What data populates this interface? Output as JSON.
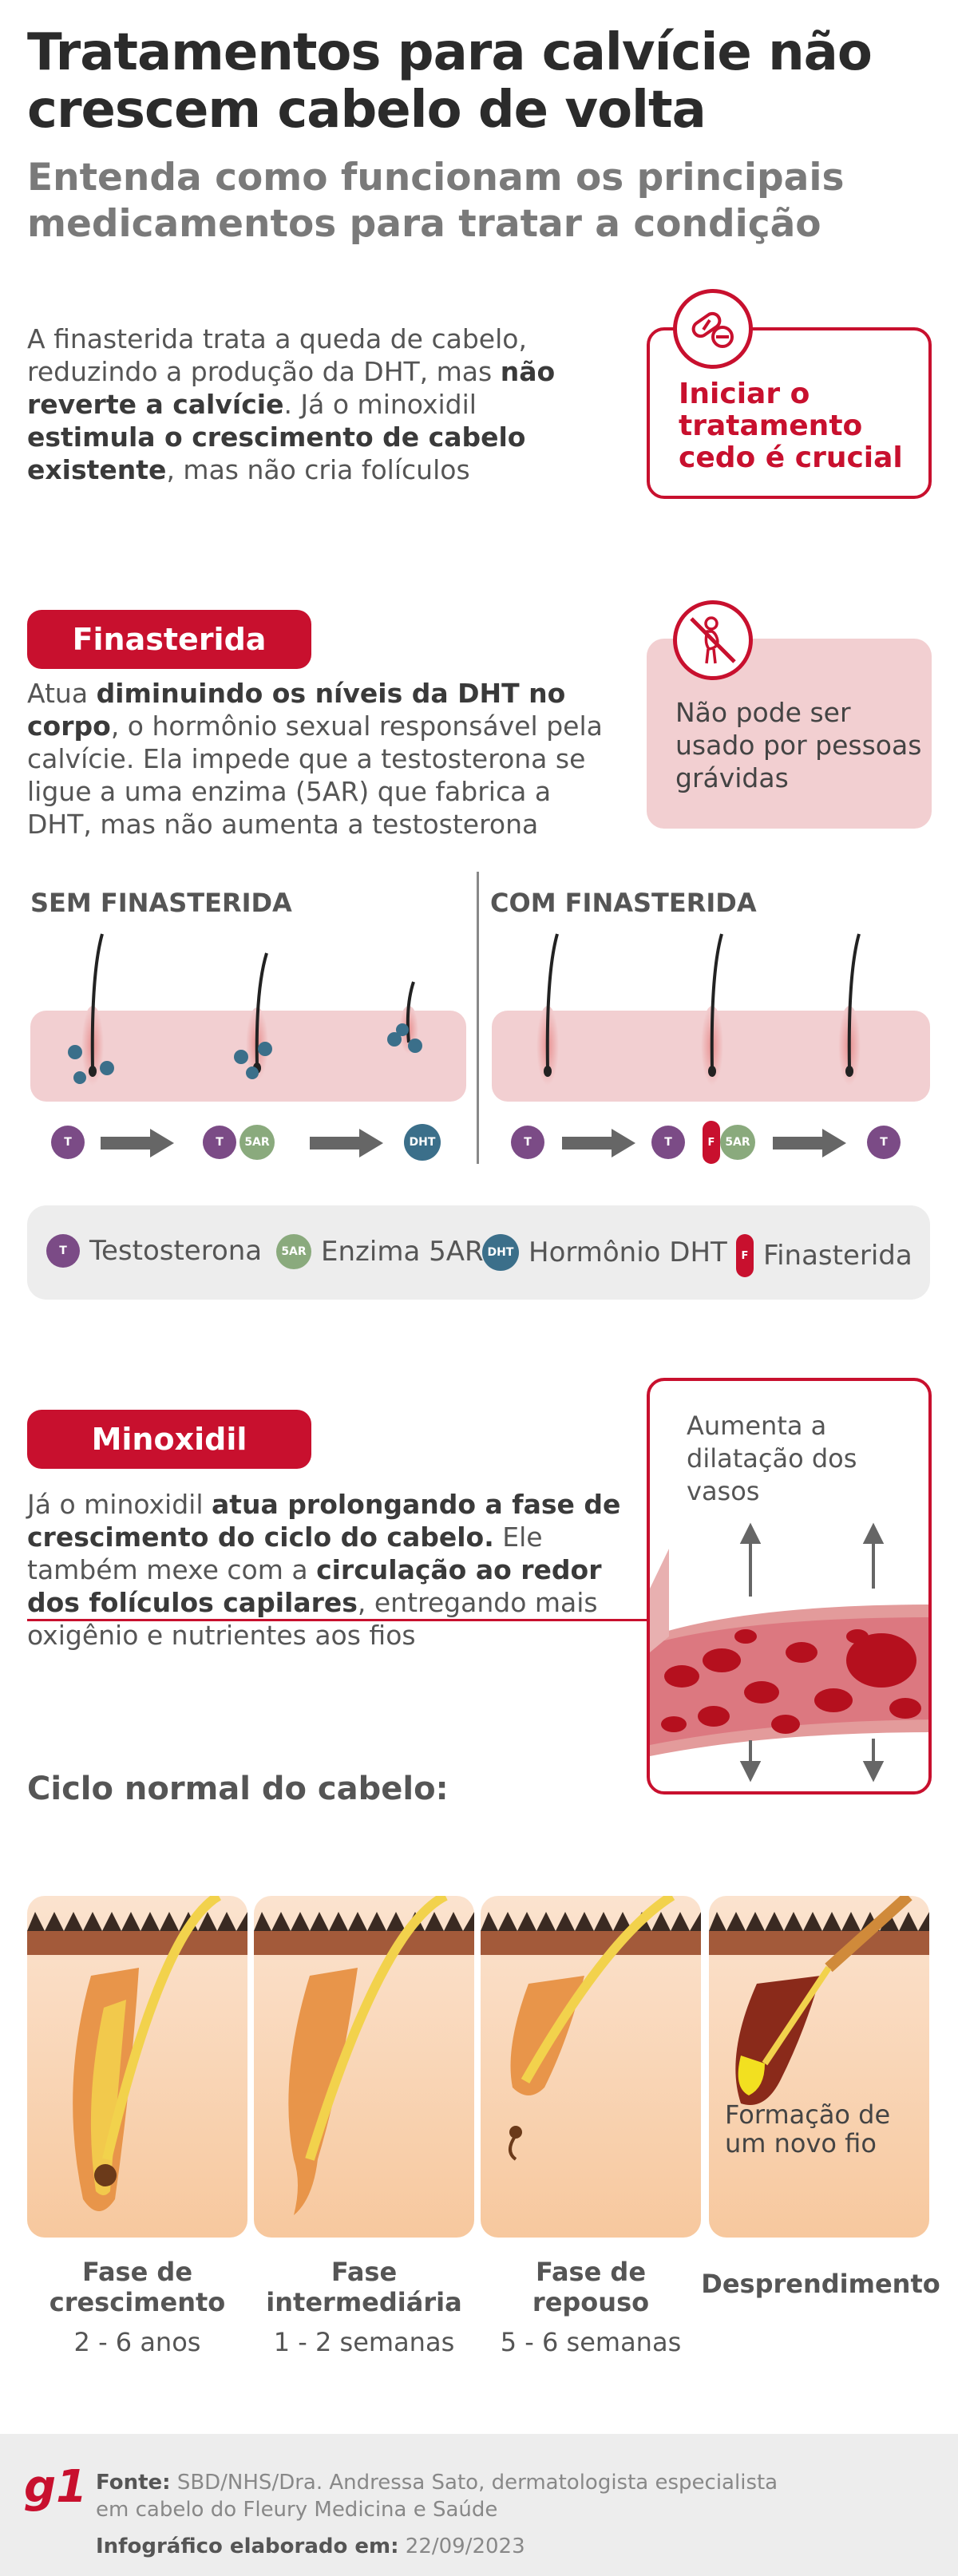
{
  "header": {
    "title": "Tratamentos para calvície não crescem cabelo de volta",
    "subtitle": "Entenda como funcionam os principais medicamentos para tratar a condição"
  },
  "intro": {
    "p1": "A finasterida trata a queda de cabelo, reduzindo a produção da DHT, mas ",
    "b1": "não reverte a calvície",
    "p2": ". Já o minoxidil ",
    "b2": "estimula o crescimento de cabelo existente",
    "p3": ", mas não cria folículos"
  },
  "callout_early": {
    "icon": "pills-icon",
    "text": "Iniciar o tratamento cedo é crucial"
  },
  "finasterida": {
    "label": "Finasterida",
    "p1": "Atua ",
    "b1": "diminuindo os níveis da DHT no corpo",
    "p2": ", o hormônio sexual responsável pela calvície. Ela impede que a testosterona se ligue a uma enzima (5AR) que fabrica a DHT, mas não aumenta a testosterona",
    "warning_icon": "no-pregnant-icon",
    "warning": "Não pode ser usado por pessoas grávidas"
  },
  "diagram": {
    "without": "SEM FINASTERIDA",
    "with": "COM FINASTERIDA",
    "t": "T",
    "enzyme": "5AR",
    "dht": "DHT",
    "f": "F"
  },
  "legend": {
    "testosterona": "Testosterona",
    "enzima": "Enzima 5AR",
    "dht": "Hormônio DHT",
    "finasterida": "Finasterida"
  },
  "minoxidil": {
    "label": "Minoxidil",
    "p1": "Já o minoxidil ",
    "b1": "atua prolongando a fase de crescimento do ciclo do cabelo.",
    "p2": " Ele também mexe com a ",
    "b2": "circulação ao redor dos folículos capilares",
    "p3": ", entregando mais oxigênio e nutrientes aos fios",
    "vessel_text": "Aumenta a dilatação dos vasos"
  },
  "cycle": {
    "heading": "Ciclo normal do cabelo:",
    "new_hair_label": "Formação de um novo fio",
    "phases": [
      {
        "title": "Fase de crescimento",
        "duration": "2 - 6 anos"
      },
      {
        "title": "Fase intermediária",
        "duration": "1 - 2 semanas"
      },
      {
        "title": "Fase de repouso",
        "duration": "5 - 6 semanas"
      },
      {
        "title": "Desprendimento",
        "duration": ""
      }
    ]
  },
  "footer": {
    "logo": "g1",
    "source_label": "Fonte:",
    "source": "SBD/NHS/Dra. Andressa Sato, dermatologista especialista em cabelo do Fleury Medicina e Saúde",
    "date_label": "Infográfico elaborado em:",
    "date": "22/09/2023"
  },
  "colors": {
    "brand_red": "#c8102e",
    "pink": "#f2cfd1",
    "testosterone": "#7b4b86",
    "enzyme": "#8aaa7d",
    "dht": "#3b6f8a"
  }
}
